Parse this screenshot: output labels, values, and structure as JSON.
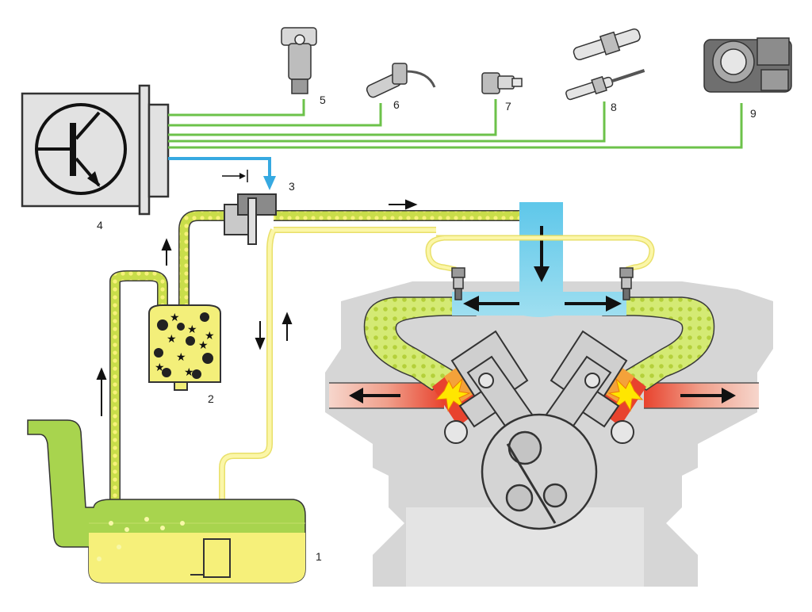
{
  "diagram": {
    "labels": {
      "l1": "1",
      "l2": "2",
      "l3": "3",
      "l4": "4",
      "l5": "5",
      "l6": "6",
      "l7": "7",
      "l8": "8",
      "l9": "9"
    },
    "colors": {
      "fuel_yellow": "#f6f07a",
      "fuel_line": "#d8d44a",
      "tank_green": "#a8d44e",
      "signal_green": "#6cc24a",
      "signal_blue": "#36a9e1",
      "intake_blue": "#5ec7ea",
      "mixture_green": "#d8ee78",
      "engine_gray": "#d9d9d9",
      "combustion_red": "#e8432e",
      "exhaust_pink": "#f2b9a6",
      "ecu_gray": "#e2e2e2"
    },
    "icons": [
      "ecu-transistor-icon",
      "airflow-sensor-icon",
      "crankshaft-sensor-icon",
      "temperature-sensor-icon",
      "oxygen-sensor-icon",
      "throttle-body-icon",
      "fuel-injector-icon",
      "spark-burst-icon"
    ]
  }
}
